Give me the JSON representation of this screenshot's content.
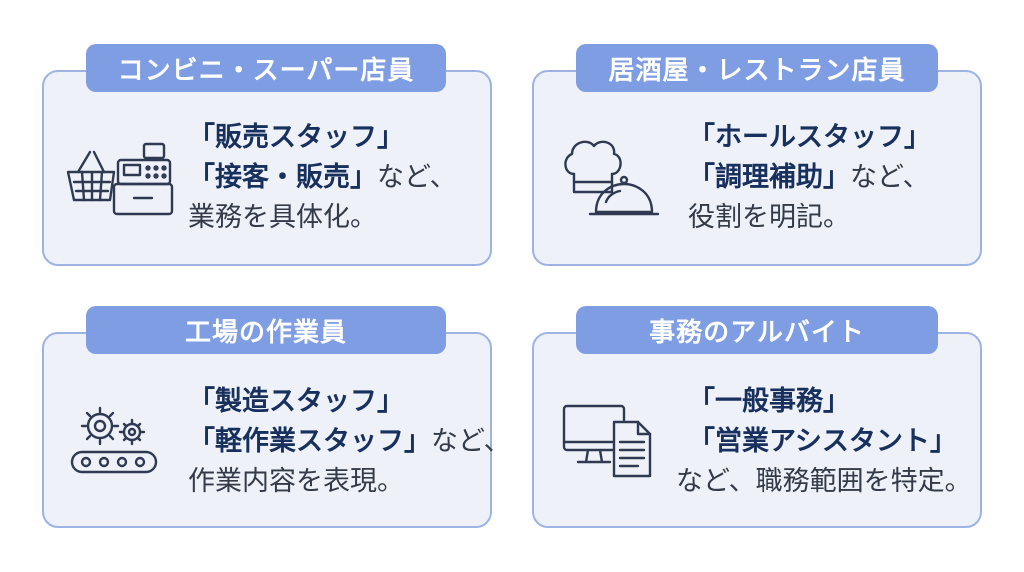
{
  "cards": [
    {
      "title": "コンビニ・スーパー店員",
      "icon": "register-basket-icon",
      "line1": "「販売スタッフ」",
      "line2_kw": "「接客・販売」",
      "line2_rest": "など、",
      "line3": "業務を具体化。"
    },
    {
      "title": "居酒屋・レストラン店員",
      "icon": "chef-hat-cloche-icon",
      "line1": "「ホールスタッフ」",
      "line2_kw": "「調理補助」",
      "line2_rest": "など、",
      "line3": "役割を明記。"
    },
    {
      "title": "工場の作業員",
      "icon": "gears-conveyor-icon",
      "line1": "「製造スタッフ」",
      "line2_kw": "「軽作業スタッフ」",
      "line2_rest": "など、",
      "line3": "作業内容を表現。"
    },
    {
      "title": "事務のアルバイト",
      "icon": "computer-document-icon",
      "line1": "「一般事務」",
      "line2_kw": "「営業アシスタント」",
      "line2_rest": "",
      "line3": "など、職務範囲を特定。"
    }
  ],
  "colors": {
    "card_bg": "#eef1f8",
    "card_border": "#9db3e4",
    "tag_bg": "#7f9de3",
    "keyword": "#18305e",
    "body_text": "#333a48",
    "icon_stroke": "#2f3a52"
  }
}
